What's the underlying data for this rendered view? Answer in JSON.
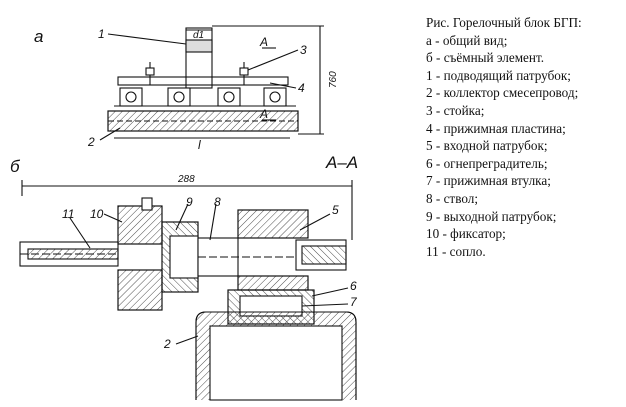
{
  "figure": {
    "caption": "Рис. Горелочный блок БГП:",
    "legend": [
      "а - общий вид;",
      "б - съёмный элемент.",
      "1 - подводящий патрубок;",
      "2 - коллектор смесепровод;",
      "3 - стойка;",
      "4 - прижимная пластина;",
      "5 - входной патрубок;",
      "6 - огнепреградитель;",
      "7 - прижимная втулка;",
      "8 - ствол;",
      "9 - выходной патрубок;",
      "10 - фиксатор;",
      "11 - сопло."
    ]
  },
  "view_a": {
    "label": "а",
    "parts": [
      "1",
      "2",
      "3",
      "4"
    ],
    "section_label": "А",
    "dimension_height": "760",
    "dimension_width": "d1",
    "length_label": "l"
  },
  "view_b": {
    "label": "б",
    "section_title": "А–А",
    "dimension_length": "288",
    "parts": [
      "11",
      "10",
      "9",
      "8",
      "5",
      "6",
      "7",
      "2"
    ]
  }
}
